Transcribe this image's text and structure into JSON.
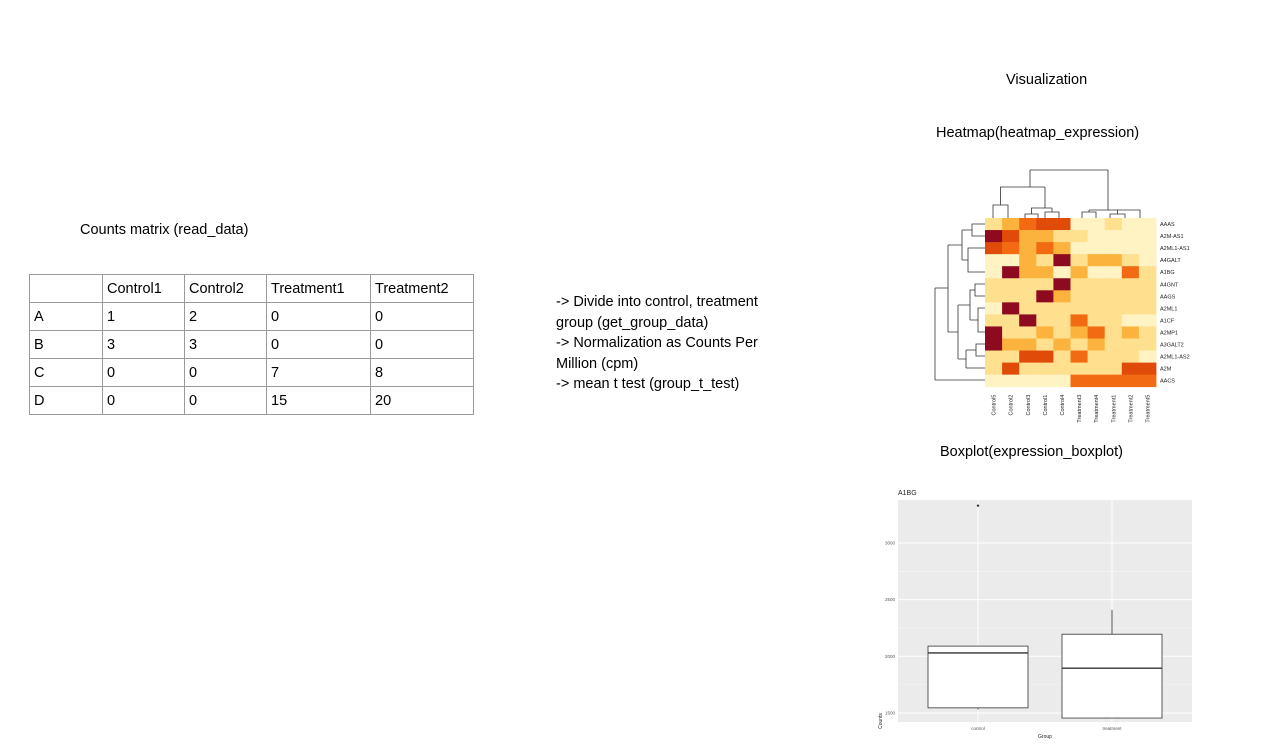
{
  "counts": {
    "title": "Counts matrix (read_data)",
    "columns": [
      "",
      "Control1",
      "Control2",
      "Treatment1",
      "Treatment2"
    ],
    "rows": [
      [
        "A",
        "1",
        "2",
        "0",
        "0"
      ],
      [
        "B",
        "3",
        "3",
        "0",
        "0"
      ],
      [
        "C",
        "0",
        "0",
        "7",
        "8"
      ],
      [
        "D",
        "0",
        "0",
        "15",
        "20"
      ]
    ]
  },
  "steps": [
    "-> Divide into control, treatment group (get_group_data)",
    "-> Normalization as Counts Per Million (cpm)",
    "-> mean t test (group_t_test)"
  ],
  "visualization": {
    "title": "Visualization",
    "heatmap_title": "Heatmap(heatmap_expression)",
    "boxplot_title": "Boxplot(expression_boxplot)"
  },
  "chart_data": [
    {
      "type": "heatmap",
      "columns": [
        "Control5",
        "Control2",
        "Control3",
        "Control1",
        "Control4",
        "Treatment3",
        "Treatment4",
        "Treatment1",
        "Treatment2",
        "Treatment5"
      ],
      "rows": [
        "AAAS",
        "A2M-AS1",
        "A2ML1-AS1",
        "A4GALT",
        "A1BG",
        "A4GNT",
        "AAGS",
        "A2ML1",
        "A1CF",
        "A2MP1",
        "A3GALT2",
        "A2ML1-AS2",
        "A2M",
        "AACS"
      ],
      "values": [
        [
          1,
          2,
          3,
          4,
          4,
          0,
          0,
          1,
          0,
          0
        ],
        [
          5,
          4,
          2,
          2,
          1,
          1,
          0,
          0,
          0,
          0
        ],
        [
          4,
          3,
          2,
          3,
          2,
          0,
          0,
          0,
          0,
          0
        ],
        [
          0,
          0,
          2,
          1,
          5,
          1,
          2,
          2,
          1,
          0
        ],
        [
          0,
          5,
          2,
          2,
          0,
          2,
          0,
          0,
          3,
          1
        ],
        [
          1,
          1,
          1,
          1,
          5,
          1,
          1,
          1,
          1,
          1
        ],
        [
          1,
          1,
          1,
          5,
          2,
          1,
          1,
          1,
          1,
          1
        ],
        [
          0,
          5,
          1,
          1,
          1,
          1,
          1,
          1,
          1,
          1
        ],
        [
          1,
          1,
          5,
          1,
          1,
          3,
          1,
          1,
          0,
          0
        ],
        [
          5,
          1,
          1,
          2,
          1,
          2,
          3,
          1,
          2,
          1
        ],
        [
          5,
          2,
          2,
          1,
          2,
          1,
          2,
          1,
          1,
          1
        ],
        [
          1,
          1,
          4,
          4,
          1,
          3,
          1,
          1,
          1,
          0
        ],
        [
          1,
          4,
          1,
          1,
          1,
          1,
          1,
          1,
          4,
          4
        ],
        [
          0,
          0,
          0,
          0,
          0,
          3,
          3,
          3,
          3,
          3
        ]
      ],
      "palette": [
        "#fff3c4",
        "#fee08f",
        "#fbb33d",
        "#f26b12",
        "#e04b09",
        "#8e0a1e"
      ]
    },
    {
      "type": "box",
      "title": "A1BG",
      "xlabel": "Group",
      "ylabel": "Counts",
      "categories": [
        "control",
        "treatment"
      ],
      "yticks": [
        1500,
        2000,
        2500,
        3000
      ],
      "ylim": [
        1420,
        3380
      ],
      "boxes": [
        {
          "whisker_low": 1530,
          "q1": 1545,
          "median": 2030,
          "q3": 2090,
          "whisker_high": 2090,
          "outliers": [
            3330
          ]
        },
        {
          "whisker_low": 1455,
          "q1": 1455,
          "median": 1895,
          "q3": 2195,
          "whisker_high": 2410,
          "outliers": []
        }
      ]
    }
  ]
}
